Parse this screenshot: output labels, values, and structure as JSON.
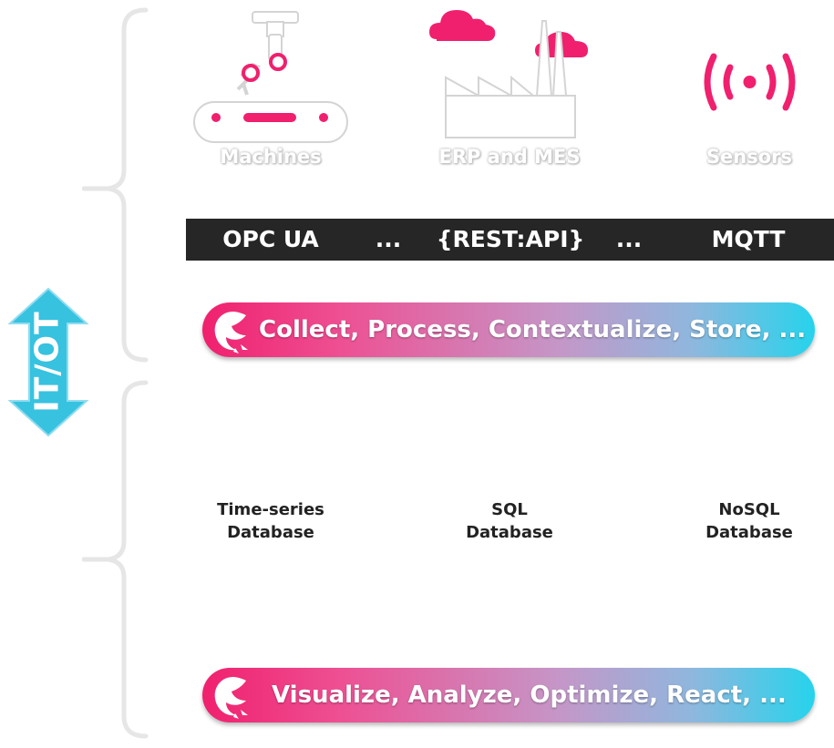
{
  "side_label": "IT/OT",
  "sources": [
    {
      "label": "Machines",
      "icon": "robot-arm-conveyor-icon"
    },
    {
      "label": "ERP and MES",
      "icon": "factory-cloud-icon"
    },
    {
      "label": "Sensors",
      "icon": "signal-sensor-icon"
    }
  ],
  "protocols": [
    "OPC UA",
    "...",
    "{REST:API}",
    "...",
    "MQTT"
  ],
  "collect_pill": {
    "text": "Collect, Process, Contextualize, Store, ..."
  },
  "databases": [
    {
      "line1": "Time-series",
      "line2": "Database"
    },
    {
      "line1": "SQL",
      "line2": "Database"
    },
    {
      "line1": "NoSQL",
      "line2": "Database"
    }
  ],
  "visualize_pill": {
    "text": "Visualize, Analyze, Optimize, React, ..."
  },
  "colors": {
    "accent_pink": "#f0206e",
    "accent_cyan": "#26d3ec",
    "protocol_bar": "#262626",
    "arrow": "#37c2e0",
    "icon_white": "#ffffff",
    "icon_shadow": "#cfcfcf"
  }
}
